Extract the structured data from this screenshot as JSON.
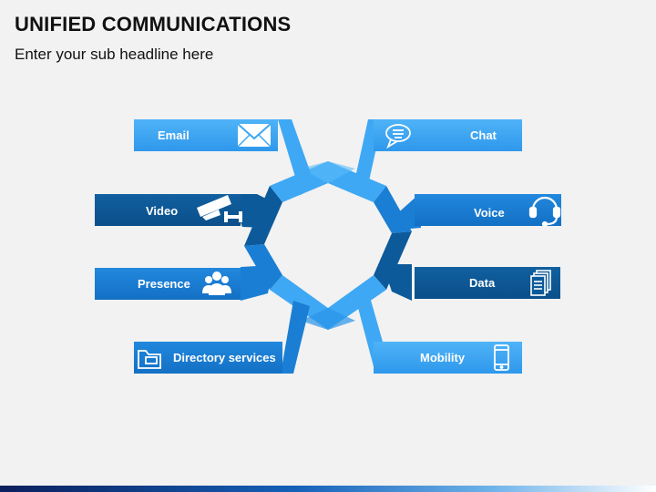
{
  "header": {
    "title": "UNIFIED COMMUNICATIONS",
    "subtitle": "Enter your sub headline here"
  },
  "items": [
    {
      "label": "Email",
      "icon": "envelope-icon",
      "color": "#3ea8f4"
    },
    {
      "label": "Chat",
      "icon": "chat-bubble-icon",
      "color": "#3ea8f4"
    },
    {
      "label": "Video",
      "icon": "camera-icon",
      "color": "#0d5a9a"
    },
    {
      "label": "Voice",
      "icon": "headset-icon",
      "color": "#1a7fd4"
    },
    {
      "label": "Presence",
      "icon": "users-icon",
      "color": "#1a7fd4"
    },
    {
      "label": "Data",
      "icon": "documents-icon",
      "color": "#0d5a9a"
    },
    {
      "label": "Directory services",
      "icon": "folder-icon",
      "color": "#1a7fd4"
    },
    {
      "label": "Mobility",
      "icon": "mobile-phone-icon",
      "color": "#3ea8f4"
    }
  ],
  "colors": {
    "light": "#3ea8f4",
    "medium": "#1a7fd4",
    "dark": "#0d5a9a",
    "background": "#f2f2f2"
  }
}
